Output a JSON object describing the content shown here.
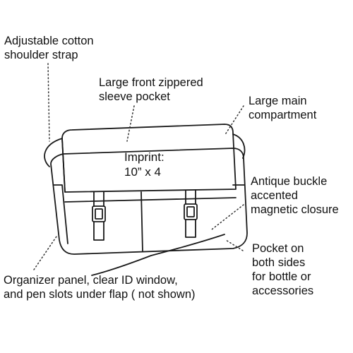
{
  "diagram": {
    "callouts": {
      "strap": {
        "lines": [
          "Adjustable cotton",
          "shoulder strap"
        ]
      },
      "front_pocket": {
        "lines": [
          "Large front zippered",
          "sleeve pocket"
        ]
      },
      "main_compartment": {
        "lines": [
          "Large main",
          "compartment"
        ]
      },
      "imprint": {
        "lines": [
          "Imprint:",
          "10” x 4"
        ]
      },
      "buckle": {
        "lines": [
          "Antique buckle",
          "accented",
          "magnetic closure"
        ]
      },
      "side_pocket": {
        "lines": [
          "Pocket on",
          "both sides",
          "for bottle or",
          "accessories"
        ]
      },
      "organizer": {
        "lines": [
          "Organizer panel, clear ID window,",
          "and pen slots under flap ( not shown)"
        ]
      }
    },
    "colors": {
      "line": "#1a1a1a",
      "leader": "#333333",
      "background": "#ffffff"
    }
  }
}
